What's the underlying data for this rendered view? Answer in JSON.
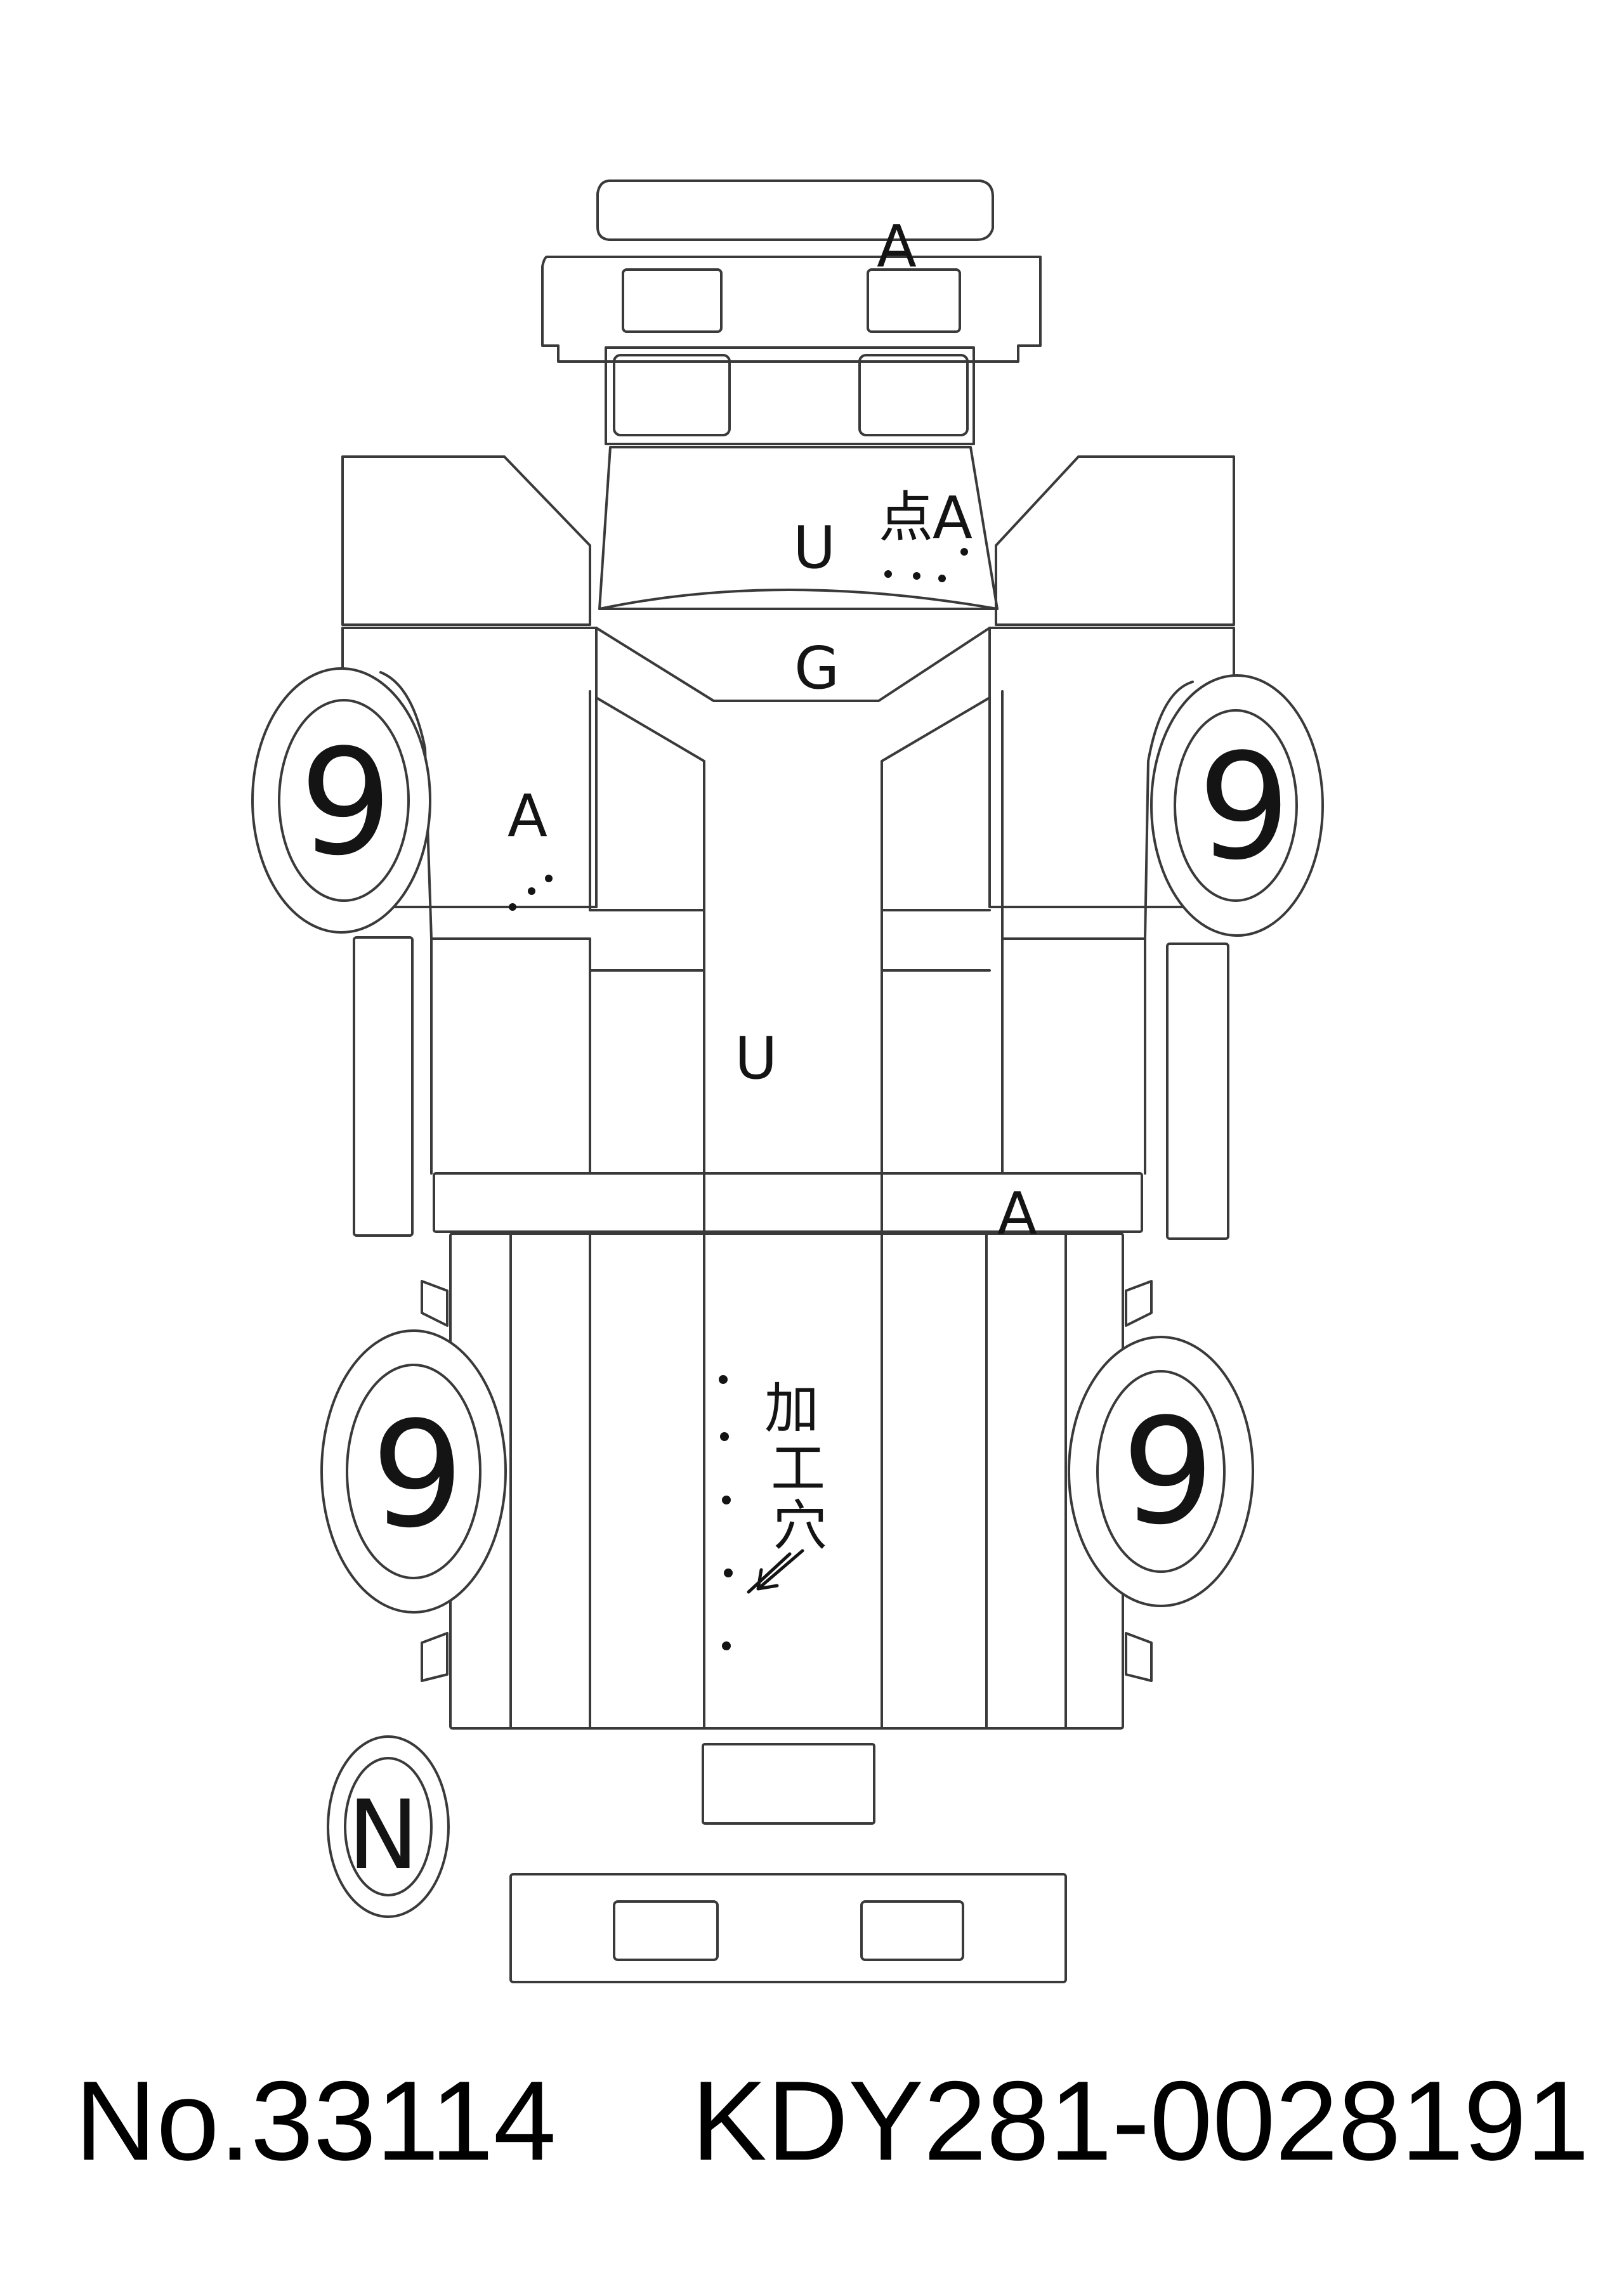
{
  "footer": {
    "stock_number": "No.33114",
    "chassis_number": "KDY281-0028191"
  },
  "marks": {
    "front_bumper": "A",
    "hood_u": "U",
    "hood_kanji": "点",
    "hood_a": "A",
    "windshield": "G",
    "left_front_door": "A",
    "floor_center": "U",
    "rear_sill_right": "A",
    "spare_tire": "N"
  },
  "tires": {
    "front_left": "9",
    "front_right": "9",
    "rear_left": "9",
    "rear_right": "9"
  },
  "bed_note": {
    "char1": "加",
    "char2": "工",
    "char3": "穴"
  }
}
